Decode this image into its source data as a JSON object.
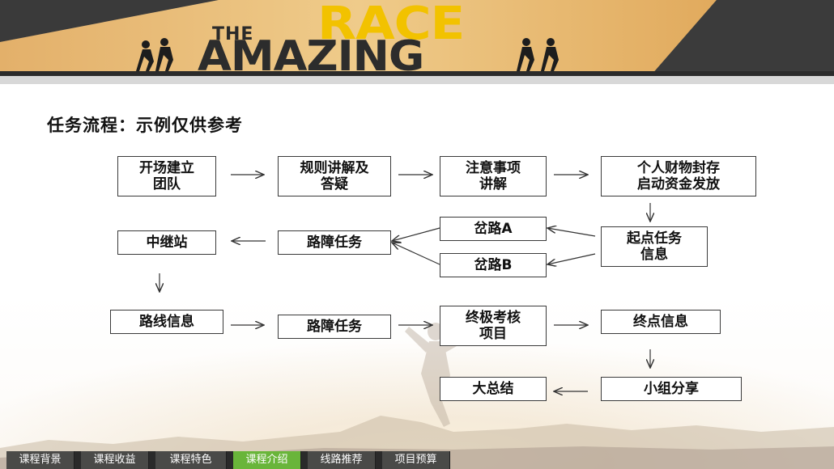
{
  "banner": {
    "logo_the": "THE",
    "logo_race": "RACE",
    "logo_amazing": "AMAZING"
  },
  "title": "任务流程：示例仅供参考",
  "flow": {
    "row1": [
      "开场建立\n团队",
      "规则讲解及\n答疑",
      "注意事项\n讲解",
      "个人财物封存\n启动资金发放"
    ],
    "row2": {
      "relay": "中继站",
      "obstacle": "路障任务",
      "fork_a": "岔路A",
      "fork_b": "岔路B",
      "start_info": "起点任务\n信息"
    },
    "row3": [
      "路线信息",
      "路障任务",
      "终极考核\n项目",
      "终点信息"
    ],
    "row4": {
      "summary": "大总结",
      "share": "小组分享"
    }
  },
  "nav": {
    "items": [
      "课程背景",
      "课程收益",
      "课程特色",
      "课程介绍",
      "线路推荐",
      "项目预算"
    ],
    "active_index": 3
  },
  "colors": {
    "accent": "#69b53a",
    "nav_bg": "#4a4a48",
    "logo_yellow": "#f2c200"
  }
}
